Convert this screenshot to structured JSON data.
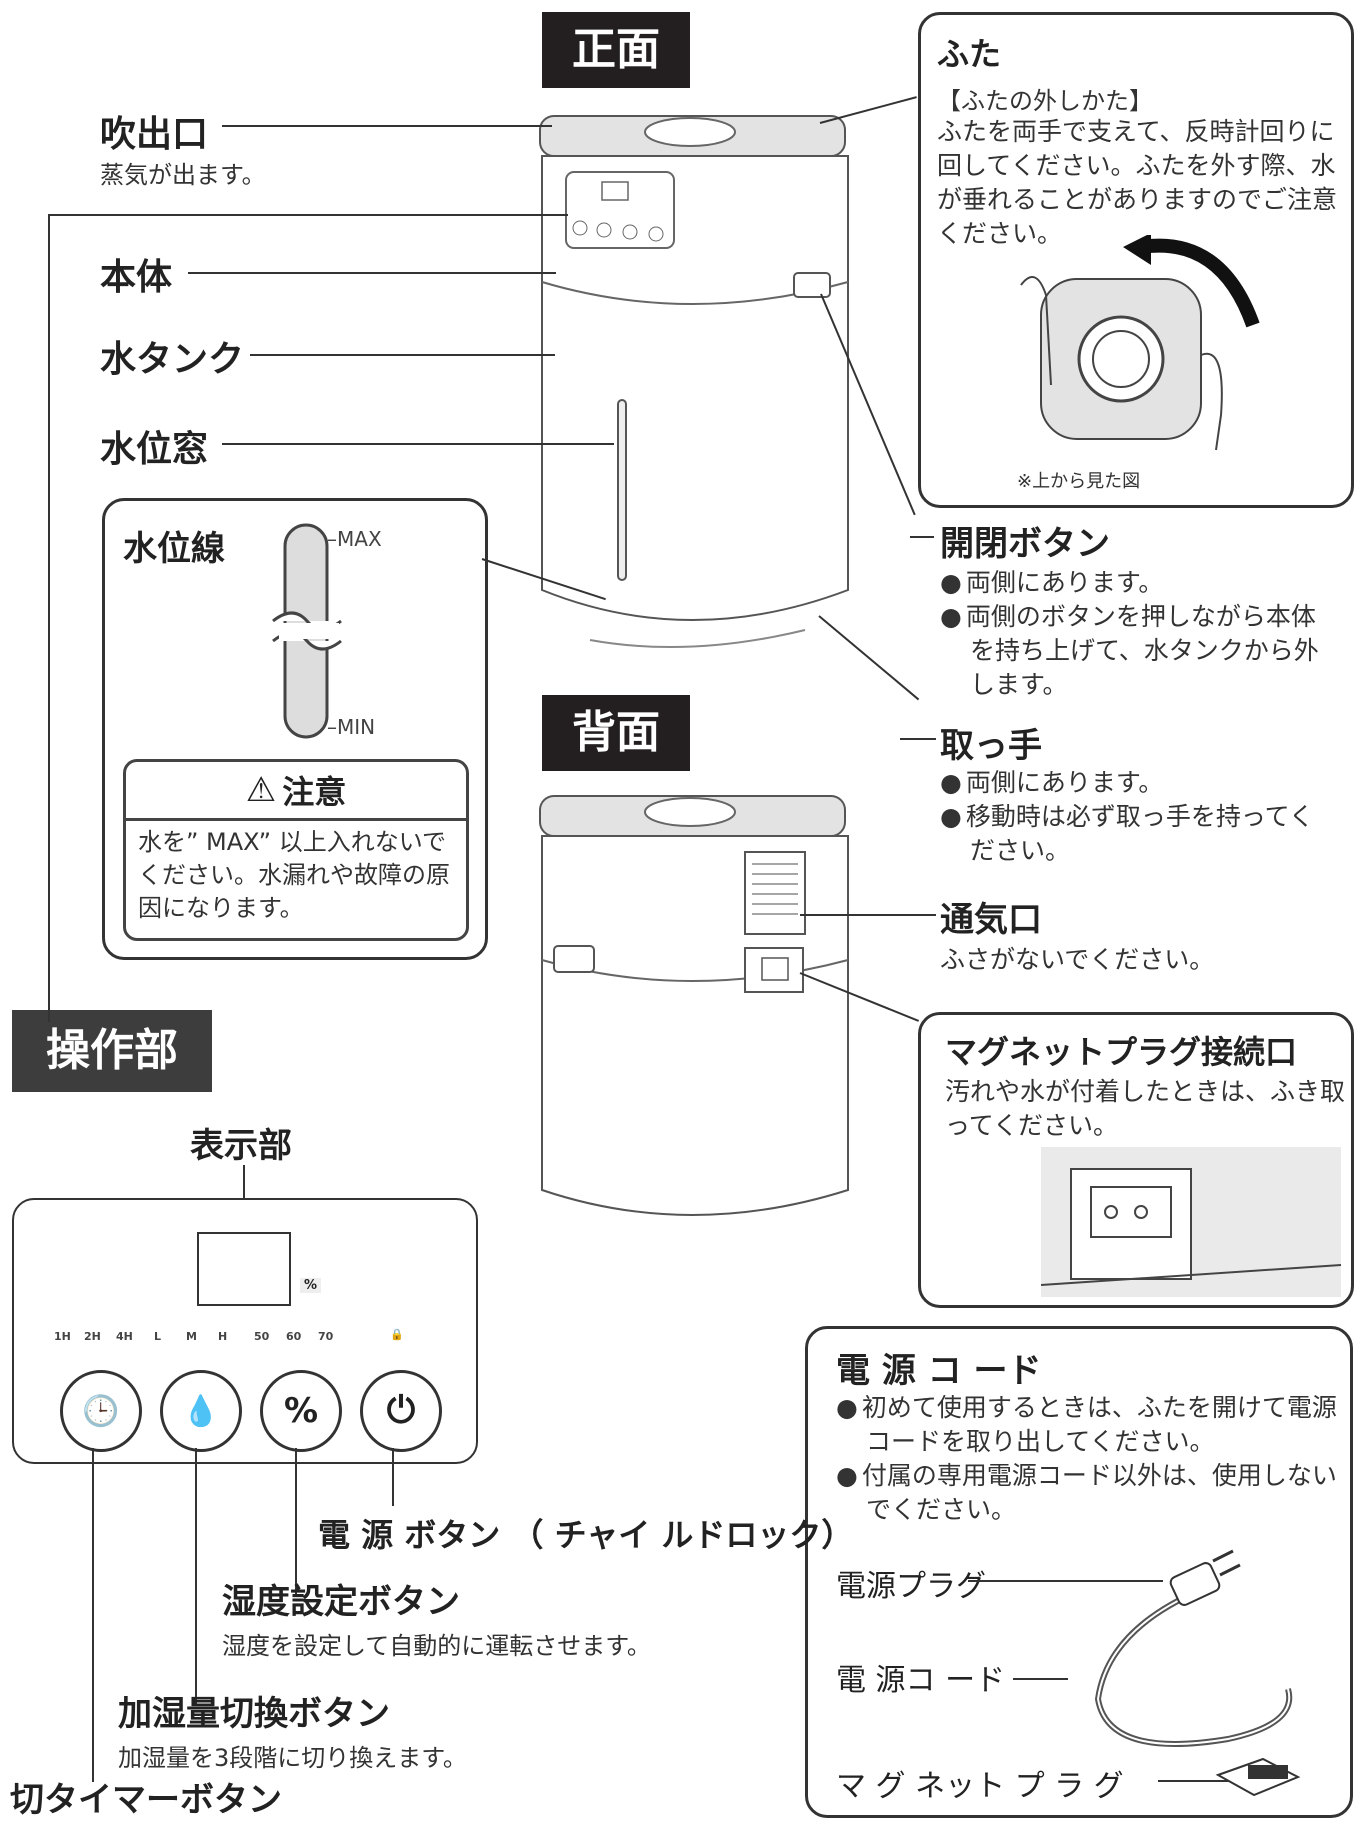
{
  "headers": {
    "front": "正面",
    "back": "背面",
    "control": "操作部"
  },
  "labels": {
    "outlet": "吹出口",
    "outlet_desc": "蒸気が出ます。",
    "body": "本体",
    "tank": "水タンク",
    "window": "水位窓",
    "level_line": "水位線",
    "max": "MAX",
    "min": "MIN",
    "caution_title": "注意",
    "caution_text": "水を” MAX” 以上入れないでください。水漏れや故障の原因になります。",
    "lid_title": "ふた",
    "lid_sub": "【ふたの外しかた】",
    "lid_text": "ふたを両手で支えて、反時計回りに回してください。ふたを外す際、水が垂れることがありますのでご注意ください。",
    "top_view": "※上から見た図",
    "release": "開閉ボタン",
    "release_items": [
      "両側にあります。",
      "両側のボタンを押しながら本体を持ち上げて、水タンクから外します。"
    ],
    "handle": "取っ手",
    "handle_items": [
      "両側にあります。",
      "移動時は必ず取っ手を持ってください。"
    ],
    "vent": "通気口",
    "vent_desc": "ふさがないでください。",
    "magnet_port": "マグネットプラグ接続口",
    "magnet_port_desc": "汚れや水が付着したときは、ふき取ってください。",
    "cord_title": "電 源 コ ード",
    "cord_items": [
      "初めて使用するときは、ふたを開けて電源コードを取り出してください。",
      "付属の専用電源コード以外は、使用しないでください。"
    ],
    "plug": "電源プラグ",
    "cord": "電 源コ ード",
    "magnet_plug": "マ グ ネット プ ラ グ",
    "display": "表示部",
    "percent": "%",
    "power_btn": "電 源 ボタン （ チャイ ルドロック）",
    "humidity_btn": "湿度設定ボタン",
    "humidity_desc": "湿度を設定して自動的に運転させます。",
    "amount_btn": "加湿量切換ボタン",
    "amount_desc": "加湿量を3段階に切り換えます。",
    "timer_btn": "切タイマーボタン"
  },
  "panel": {
    "indicators": [
      "1H",
      "2H",
      "4H",
      "L",
      "M",
      "H",
      "50",
      "60",
      "70"
    ],
    "buttons": [
      {
        "icon": "clock-icon",
        "glyph": "🕒"
      },
      {
        "icon": "droplets-icon",
        "glyph": "💧"
      },
      {
        "icon": "percent-icon",
        "glyph": "%"
      },
      {
        "icon": "power-icon",
        "glyph": "⏻"
      }
    ]
  }
}
